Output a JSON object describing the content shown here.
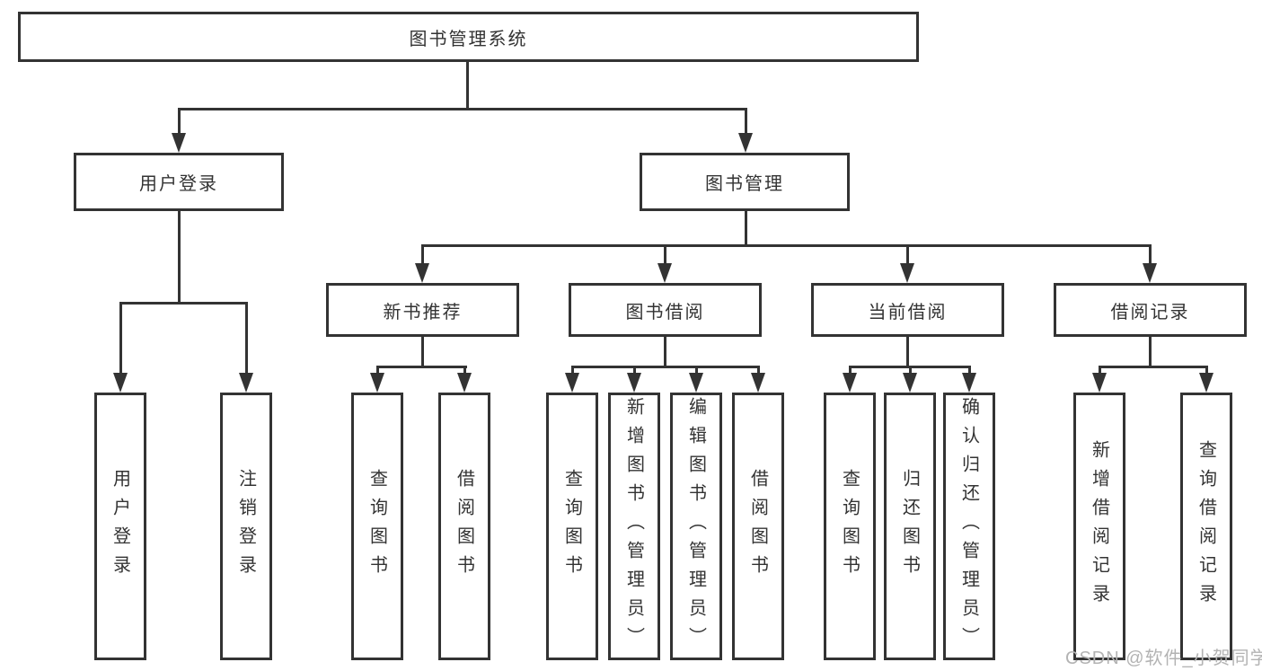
{
  "nodes": {
    "root": "图书管理系统",
    "level2": [
      {
        "label": "用户登录"
      },
      {
        "label": "图书管理"
      }
    ],
    "level3": [
      {
        "label": "新书推荐",
        "parent": "图书管理"
      },
      {
        "label": "图书借阅",
        "parent": "图书管理"
      },
      {
        "label": "当前借阅",
        "parent": "图书管理"
      },
      {
        "label": "借阅记录",
        "parent": "图书管理"
      }
    ],
    "leaves": [
      {
        "label": "用户登录",
        "parent": "用户登录"
      },
      {
        "label": "注销登录",
        "parent": "用户登录"
      },
      {
        "label": "查询图书",
        "parent": "新书推荐"
      },
      {
        "label": "借阅图书",
        "parent": "新书推荐"
      },
      {
        "label": "查询图书",
        "parent": "图书借阅"
      },
      {
        "label": "新增图书（管理员）",
        "parent": "图书借阅"
      },
      {
        "label": "编辑图书（管理员）",
        "parent": "图书借阅"
      },
      {
        "label": "借阅图书",
        "parent": "图书借阅"
      },
      {
        "label": "查询图书",
        "parent": "当前借阅"
      },
      {
        "label": "归还图书",
        "parent": "当前借阅"
      },
      {
        "label": "确认归还（管理员）",
        "parent": "当前借阅"
      },
      {
        "label": "新增借阅记录",
        "parent": "借阅记录"
      },
      {
        "label": "查询借阅记录",
        "parent": "借阅记录"
      }
    ]
  },
  "watermark": "CSDN @软件_小贺同学",
  "colors": {
    "line": "#333333",
    "text": "#333333",
    "watermark": "#b3b3b3",
    "background": "#ffffff"
  }
}
